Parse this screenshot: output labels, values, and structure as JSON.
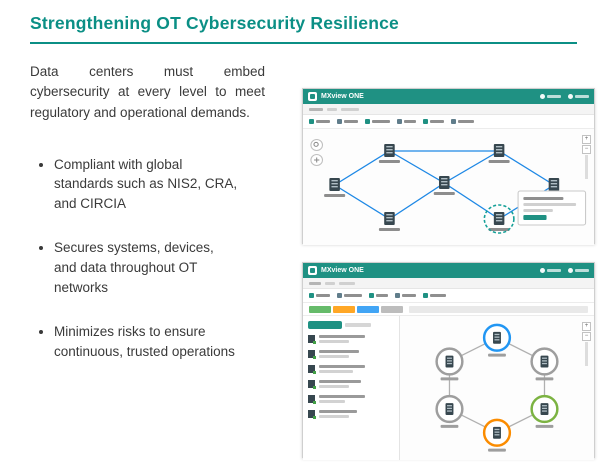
{
  "slide": {
    "title": "Strengthening OT Cybersecurity Resilience",
    "accent_color": "#0b8f85",
    "intro": "Data centers must embed cybersecurity at every level to meet regulatory and operational demands.",
    "bullets": [
      "Compliant with global standards such as NIS2, CRA, and CIRCIA",
      "Secures systems, devices, and data throughout OT networks",
      "Minimizes risks to ensure continuous, trusted operations"
    ]
  },
  "screenshots": {
    "top": {
      "app_title": "MXview ONE",
      "header_color": "#1f9183",
      "link_color": "#1e88e5",
      "highlight_color": "#16a098"
    },
    "bottom": {
      "app_title": "MXview ONE",
      "header_color": "#1f9183",
      "status_chip_colors": [
        "#66bb6a",
        "#ffa726",
        "#42a5f5",
        "#bdbdbd"
      ],
      "node_ring_colors": {
        "top": "#2196f3",
        "top_right": "#9e9e9e",
        "bottom_right": "#7cb342",
        "bottom": "#fb8c00",
        "bottom_left": "#9e9e9e",
        "top_left": "#9e9e9e"
      }
    }
  }
}
